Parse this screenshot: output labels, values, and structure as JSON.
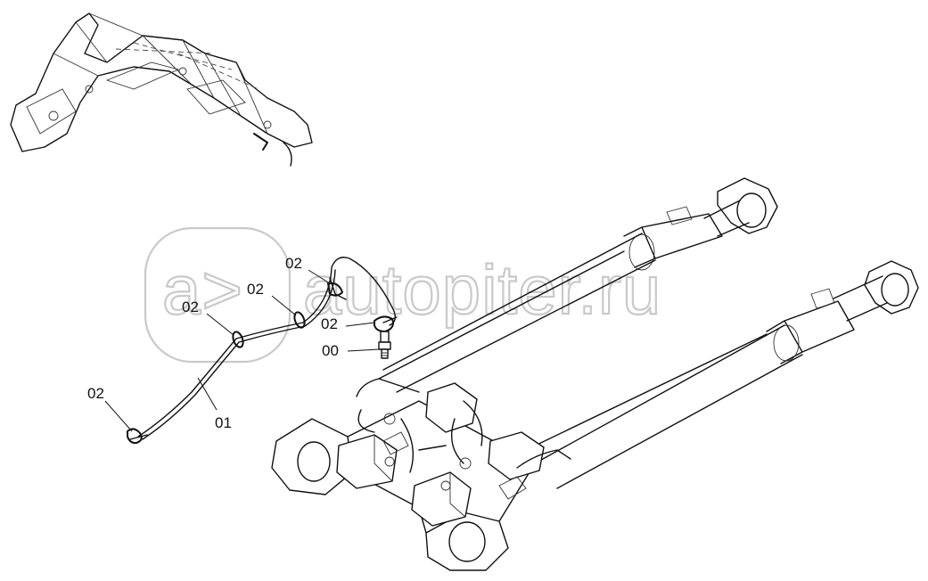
{
  "watermark": {
    "logo_text": "a>",
    "site_text": "autopiter.ru",
    "color": "#c9c9c9"
  },
  "callouts": [
    {
      "id": "c1",
      "label": "02"
    },
    {
      "id": "c2",
      "label": "02"
    },
    {
      "id": "c3",
      "label": "02"
    },
    {
      "id": "c4",
      "label": "02"
    },
    {
      "id": "c5",
      "label": "00"
    },
    {
      "id": "c6",
      "label": "02"
    },
    {
      "id": "c7",
      "label": "01"
    }
  ]
}
